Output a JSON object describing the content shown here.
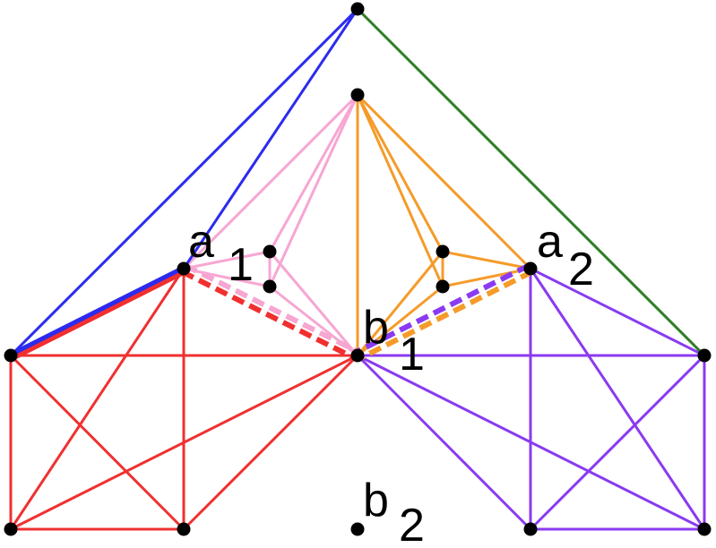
{
  "colors": {
    "blue": "#2b2bf0",
    "green": "#2e7d24",
    "red": "#f03030",
    "pink": "#f7a6d2",
    "orange": "#f59b2a",
    "purple": "#8a3af0",
    "node": "#000000"
  },
  "labels": {
    "a1": {
      "base": "a",
      "sub": "1"
    },
    "a2": {
      "base": "a",
      "sub": "2"
    },
    "b1": {
      "base": "b",
      "sub": "1"
    },
    "b2": {
      "base": "b",
      "sub": "2"
    }
  }
}
